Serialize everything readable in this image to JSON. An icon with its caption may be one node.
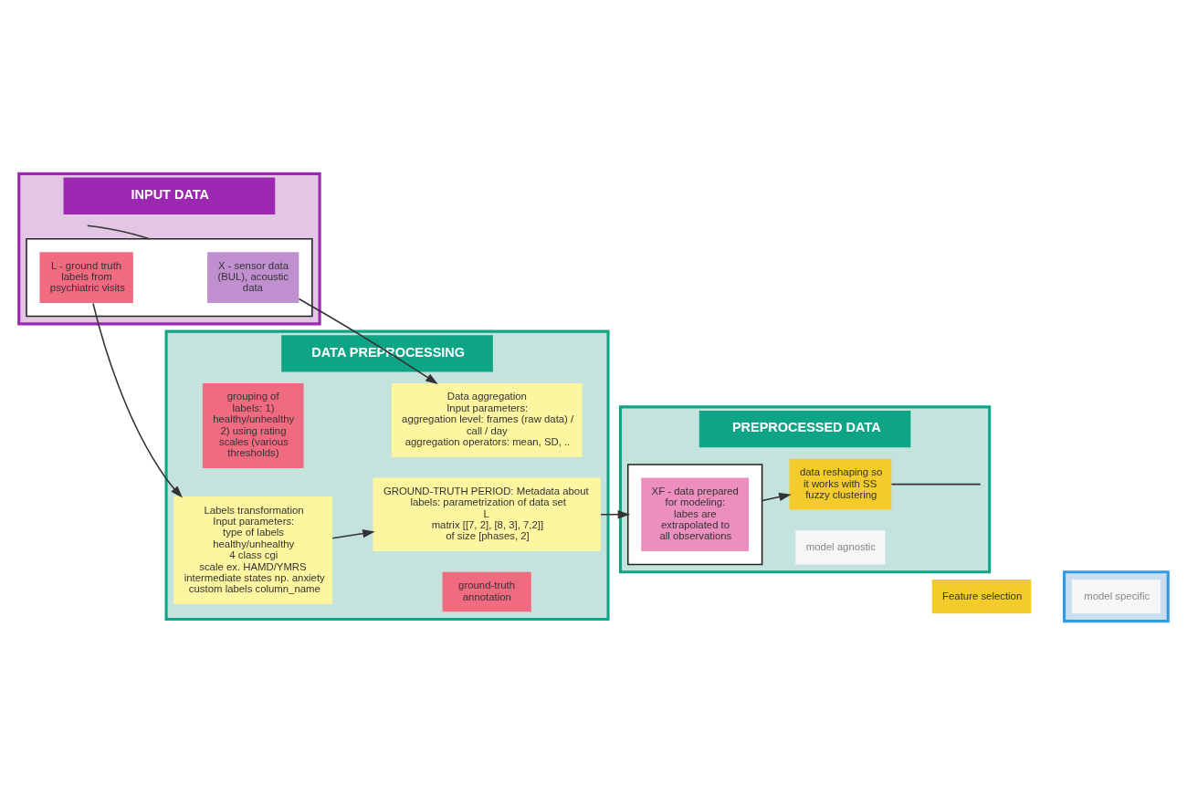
{
  "diagram": {
    "nodes": [
      {
        "text": [
          "INPUT DATA"
        ]
      },
      {
        "text": [],
        "shape": "box",
        "in": 0
      },
      {
        "text": [
          "X - sensor data (BUL), acoustic data"
        ],
        "in": 1
      },
      {
        "text": [
          "L - ground truth labels from psychiatric visits"
        ],
        "in": 1
      },
      {
        "text": [
          "DATA PREPROCESSING"
        ]
      },
      {
        "text": [
          "Data aggregation",
          "Input parameters:",
          "aggregation level: frames (raw data) / call / day",
          "aggregation operators: mean, SD, .."
        ],
        "in": 4
      },
      {
        "text": [
          "grouping of labels: 1) healthy/unhealthy 2) using rating scales (various thresholds)"
        ],
        "in": 4
      },
      {
        "text": [
          "Labels transformation",
          "Input parameters:",
          "type of labels",
          "healthy/unhealthy",
          "4 class cgi",
          "scale ex. HAMD/YMRS",
          "intermediate states np. anxiety",
          "custom labels column_name"
        ],
        "in": 4
      },
      {
        "text": [
          "ground-truth annotation"
        ],
        "in": 4
      },
      {
        "text": [
          "GROUND-TRUTH PERIOD: Metadata about labels: parametrization of data set L",
          "matrix [[7, 2], [8, 3], 7,2]]",
          "of size [phases, 2]"
        ],
        "in": 4
      },
      {
        "text": [
          "PREPROCESSED DATA"
        ]
      },
      {
        "text": [
          "data reshaping so it works with SS fuzzy clustering"
        ],
        "in": 10
      },
      {
        "text": [],
        "shape": "box",
        "in": 10
      },
      {
        "text": [
          "XF - data prepared for modeling: labes are extrapolated to all observations"
        ],
        "in": 12
      },
      {
        "text": [
          "model agnostic"
        ],
        "in": 10
      },
      {
        "text": [
          "Feature selection"
        ]
      },
      {
        "text": [],
        "shape": "box"
      },
      {
        "text": [
          "model specific"
        ],
        "in": 16
      }
    ],
    "edges": [
      {
        "from": null,
        "to": 1,
        "arrow": "none"
      },
      {
        "from": 2,
        "to": 5,
        "arrow": "to"
      },
      {
        "from": 3,
        "to": 7,
        "arrow": "to"
      },
      {
        "from": 7,
        "to": 9,
        "arrow": "to"
      },
      {
        "from": 9,
        "to": 12,
        "arrow": "to"
      },
      {
        "from": 12,
        "to": 11,
        "arrow": "to"
      },
      {
        "from": 11,
        "to": null,
        "arrow": "none"
      }
    ]
  }
}
